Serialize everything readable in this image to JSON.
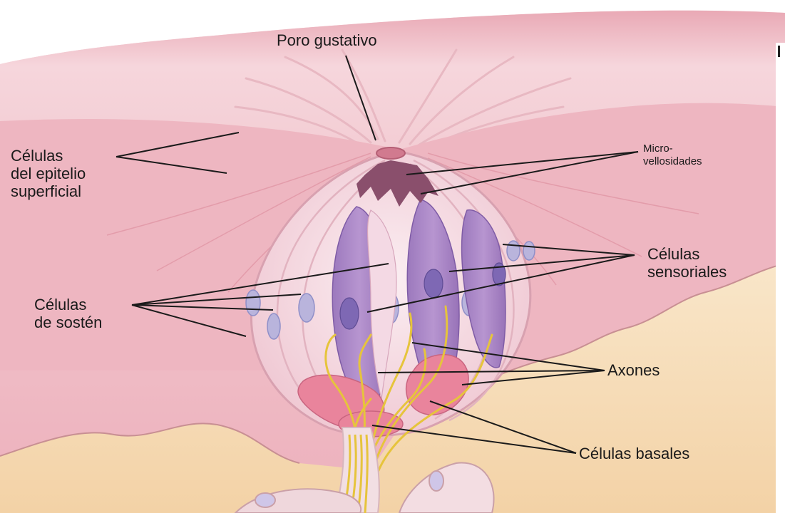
{
  "labels": {
    "taste_pore": "Poro gustativo",
    "surface_epithelial_cells": [
      "Células",
      "del epitelio",
      "superficial"
    ],
    "microvilli": [
      "Micro-",
      "vellosidades"
    ],
    "sensory_cells": [
      "Células",
      "sensoriales"
    ],
    "supporting_cells": [
      "Células",
      "de sostén"
    ],
    "axons": "Axones",
    "basal_cells": "Células basales"
  },
  "colors": {
    "epithelium": "#f2c7cd",
    "epithelium_dark": "#e69aa8",
    "bud_wall": "#f7dde3",
    "sensory_cell": "#a886c4",
    "supporting_cell": "#f3dbe6",
    "axon": "#e6c43c",
    "basal_cell": "#e9849c",
    "connective_tissue": "#f6dcb8",
    "nucleus": "#8f8fc8"
  }
}
